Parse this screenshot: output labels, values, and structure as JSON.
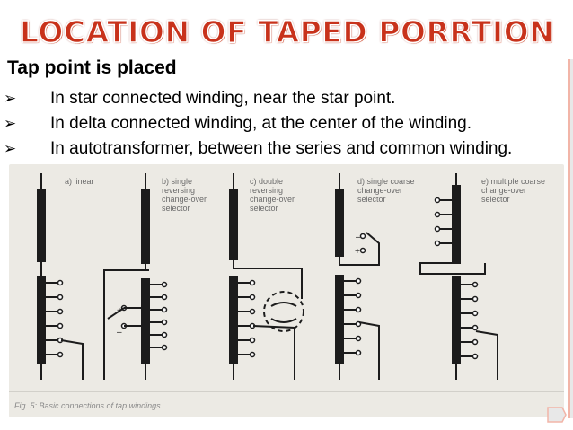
{
  "title": "LOCATION OF TAPED PORRTION",
  "subhead": "Tap  point is placed",
  "bullets": [
    "In star connected winding, near the star point.",
    "In delta connected winding, at the center of the winding.",
    "In autotransformer, between the series and common winding."
  ],
  "bullet_glyph": "➢",
  "figure": {
    "labels": [
      "a) linear",
      "b) single\nreversing\nchange-over\nselector",
      "c) double\nreversing\nchange-over\nselector",
      "d) single coarse\nchange-over\nselector",
      "e) multiple coarse\nchange-over\nselector"
    ],
    "plus_sign": "+",
    "minus_sign": "–",
    "caption": "Fig. 5: Basic connections of tap windings"
  },
  "colors": {
    "title": "#c8321b",
    "accent": "#f2b5a8",
    "figure_bg": "#eceae4",
    "line": "#1c1c1c"
  }
}
